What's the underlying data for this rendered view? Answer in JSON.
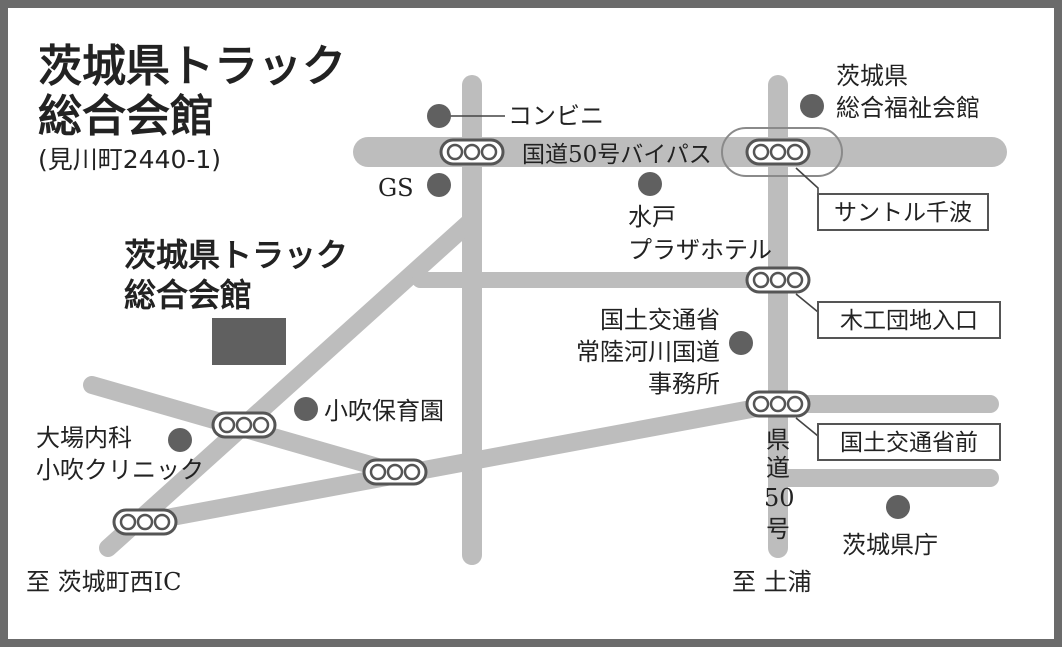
{
  "header": {
    "title_line1": "茨城県トラック",
    "title_line2": "総合会館",
    "address": "(見川町2440-1)"
  },
  "destination": {
    "label_line1": "茨城県トラック",
    "label_line2": "総合会館"
  },
  "roads": {
    "bypass": "国道50号バイパス",
    "prefectural_route": [
      "県",
      "道",
      "50",
      "号"
    ]
  },
  "landmarks": {
    "convenience_store": "コンビニ",
    "gas_station": "GS",
    "welfare_hall": [
      "茨城県",
      "総合福祉会館"
    ],
    "mito_plaza": [
      "水戸",
      "プラザホテル"
    ],
    "river_office": [
      "国土交通省",
      "常陸河川国道",
      "事務所"
    ],
    "nursery": "小吹保育園",
    "clinic": [
      "大場内科",
      "小吹クリニック"
    ],
    "prefectural_office": "茨城県庁"
  },
  "intersections": {
    "suntoru": "サントル千波",
    "mokko": "木工団地入口",
    "kokudo": "国土交通省前"
  },
  "directions": {
    "to_ibaraki_ic": "至 茨城町西IC",
    "to_tsuchiura": "至 土浦"
  },
  "colors": {
    "road": "#bdbdbd",
    "landmark_dot": "#606060",
    "building": "#606060",
    "frame": "#6b6b6b",
    "signal_fill": "#ffffff",
    "signal_stroke": "#555555"
  }
}
